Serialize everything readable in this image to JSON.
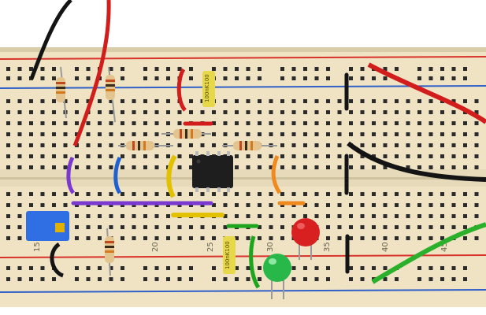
{
  "photo": {
    "subject": "solderless breadboard",
    "colors": {
      "board": "#efe3c4",
      "board_shadow": "#d9cda9",
      "hole": "#2b2b2b",
      "rail_red": "#d8322a",
      "rail_blue": "#2f5fc9",
      "wire_red": "#d21d1d",
      "wire_black": "#141414",
      "wire_green": "#2bb02b",
      "wire_purple": "#7a3ad0",
      "wire_blue": "#2060d0",
      "wire_yellow": "#e2c200",
      "wire_orange": "#f08a1e",
      "chip": "#1e1e1e",
      "capacitor": "#e7d84a",
      "led_red": "#d82020",
      "led_green": "#28b84a",
      "potentiometer": "#2f6fe3"
    }
  },
  "column_labels": [
    "15",
    "20",
    "25",
    "30",
    "35",
    "40",
    "45"
  ],
  "components": {
    "ic": "ic-chip-8-pin",
    "capacitor_marking": "100nK100",
    "led_1": "red-led",
    "led_2": "green-led",
    "pot": "potentiometer"
  }
}
